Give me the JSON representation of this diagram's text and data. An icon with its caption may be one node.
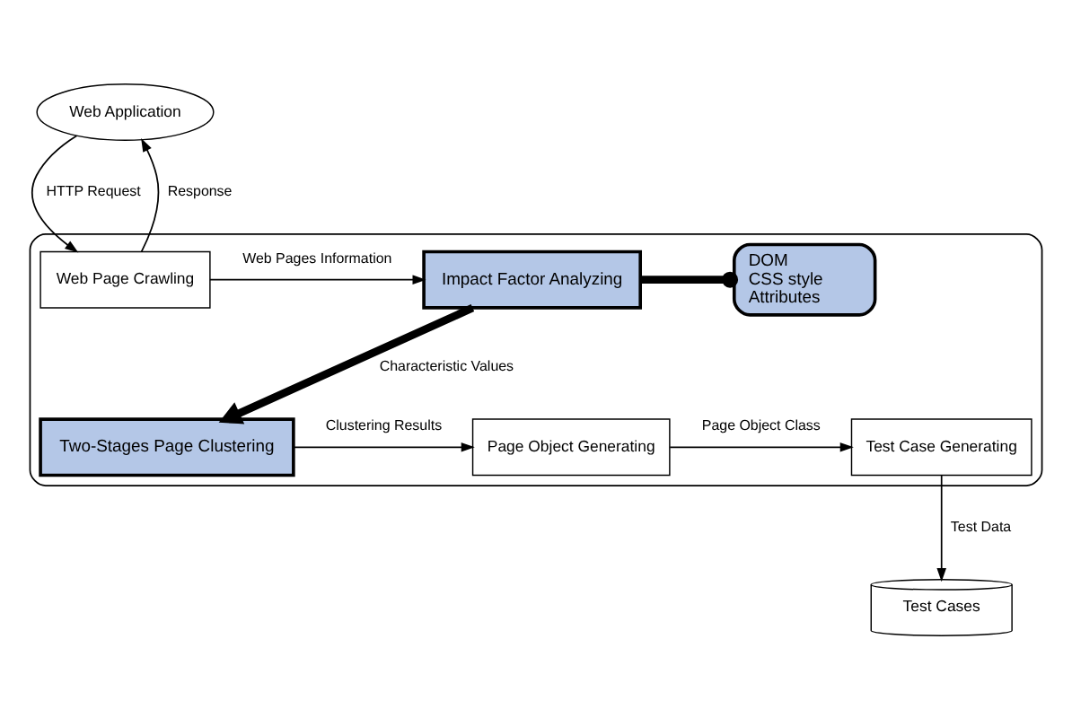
{
  "diagram": {
    "nodes": [
      {
        "text": [
          "Web Application"
        ]
      },
      {
        "text": [],
        "shape": "box"
      },
      {
        "text": [
          "Web Page Crawling"
        ],
        "in": 1
      },
      {
        "text": [
          "Impact Factor Analyzing"
        ],
        "in": 1
      },
      {
        "text": [
          "DOM",
          "CSS style",
          "Attributes"
        ],
        "in": 1
      },
      {
        "text": [
          "Two-Stages Page Clustering"
        ],
        "in": 1
      },
      {
        "text": [
          "Page Object Generating"
        ],
        "in": 1
      },
      {
        "text": [
          "Test Case Generating"
        ],
        "in": 1
      },
      {
        "text": [
          "Test Cases"
        ]
      }
    ],
    "edges": [
      {
        "from": 0,
        "to": 2,
        "arrow": "to",
        "label": "HTTP Request"
      },
      {
        "from": 2,
        "to": 0,
        "arrow": "to",
        "label": "Response"
      },
      {
        "from": 2,
        "to": 3,
        "arrow": "to",
        "label": "Web Pages Information"
      },
      {
        "from": 3,
        "to": 4,
        "arrow": "other",
        "style": "thick"
      },
      {
        "from": 3,
        "to": 5,
        "arrow": "to",
        "label": "Characteristic Values",
        "style": "thick"
      },
      {
        "from": 5,
        "to": 6,
        "arrow": "to",
        "label": "Clustering Results"
      },
      {
        "from": 6,
        "to": 7,
        "arrow": "to",
        "label": "Page Object Class"
      },
      {
        "from": 7,
        "to": 8,
        "arrow": "to",
        "label": "Test Data"
      }
    ]
  }
}
